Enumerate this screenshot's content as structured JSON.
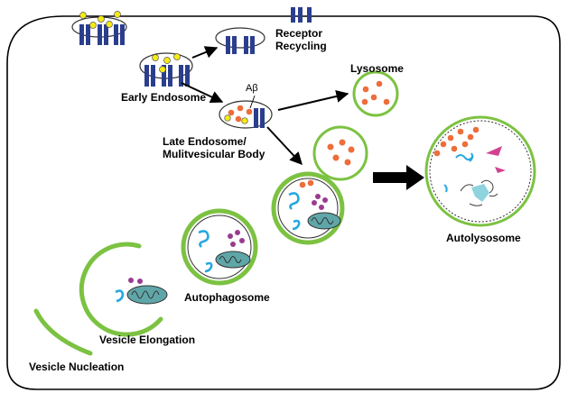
{
  "labels": {
    "receptor_recycling": [
      "Receptor",
      "Recycling"
    ],
    "early_endosome": "Early Endosome",
    "abeta": "Aβ",
    "lysosome": "Lysosome",
    "late_endosome": [
      "Late Endosome/",
      "Mulitvesicular Body"
    ],
    "autolysosome": "Autolysosome",
    "autophagosome": "Autophagosome",
    "vesicle_elongation": "Vesicle Elongation",
    "vesicle_nucleation": "Vesicle Nucleation"
  },
  "colors": {
    "membrane_green": "#7cc242",
    "receptor_blue": "#2b3e8e",
    "abeta_yellow": "#f5ea14",
    "abeta_orange": "#ee6d3a",
    "cargo_purple": "#9a3b8f",
    "cargo_cyan": "#27a8df",
    "mito_teal": "#5fa6a8",
    "fragment_pink": "#d1438f",
    "fragment_cyan": "#8ed3de",
    "frame_stroke": "#000000"
  }
}
